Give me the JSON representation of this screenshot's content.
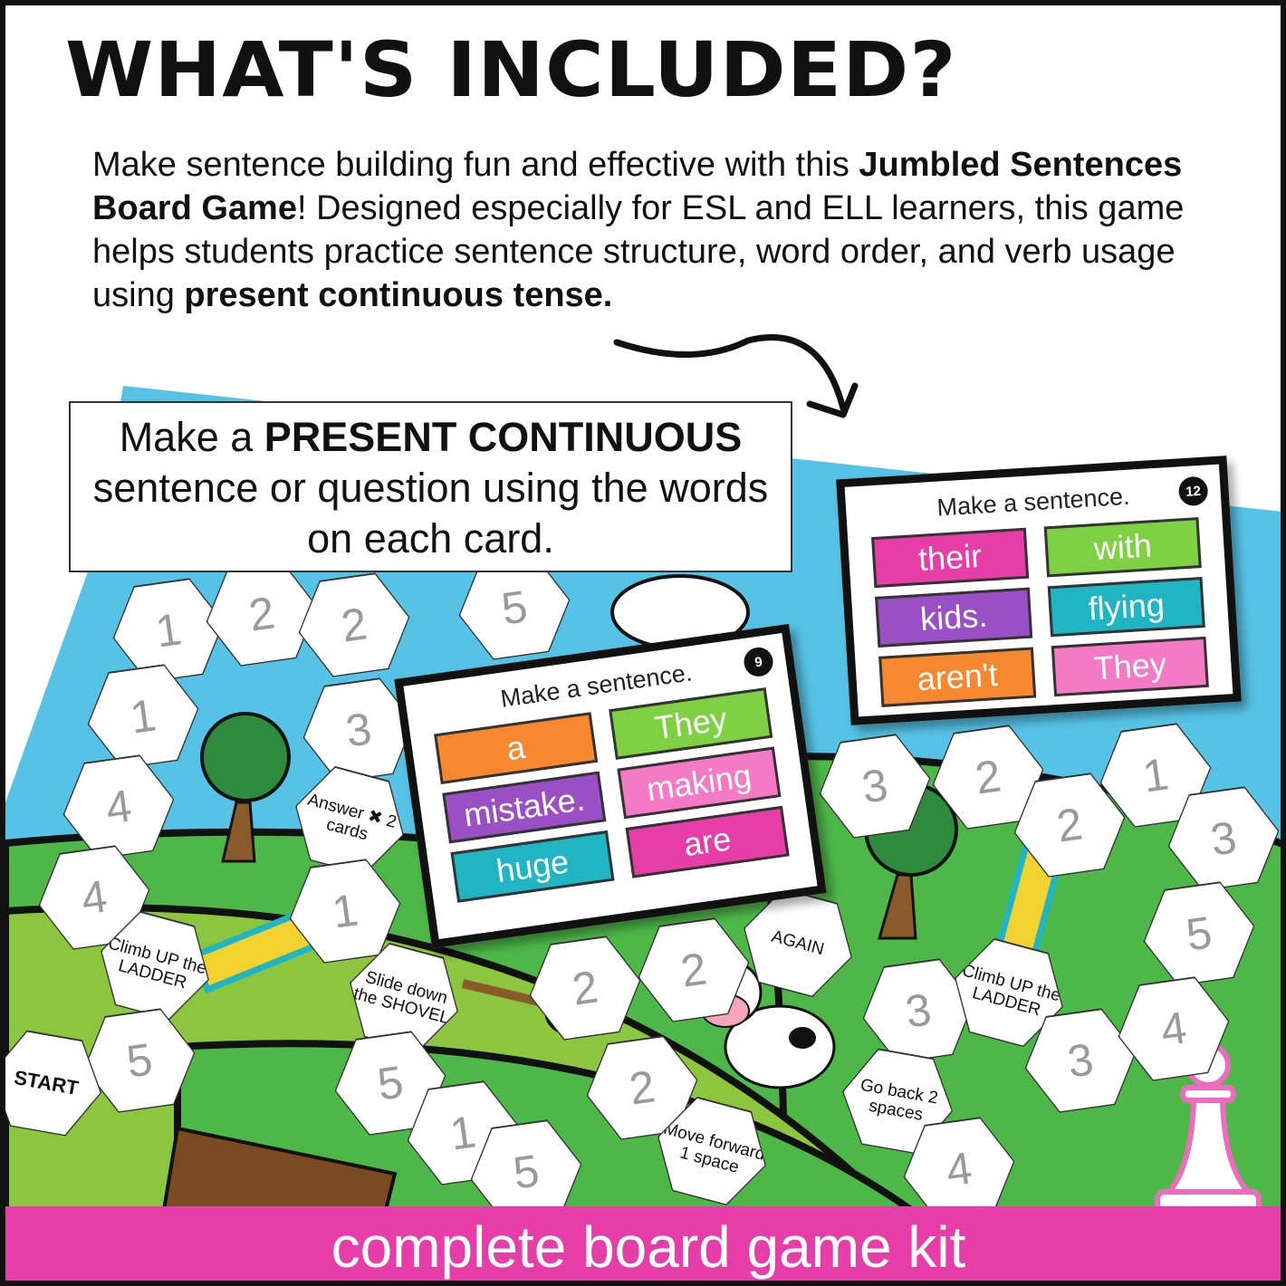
{
  "title": "WHAT'S INCLUDED?",
  "intro": {
    "part1": "Make sentence building fun and effective with this ",
    "bold1": "Jumbled Sentences Board Game",
    "part2": "! Designed especially for ESL and ELL learners, this game helps students practice sentence structure, word order, and verb usage using ",
    "bold2": "present continuous tense."
  },
  "instruction": {
    "part1": "Make a ",
    "bold": "PRESENT CONTINUOUS",
    "part2": " sentence or question using the words on each card."
  },
  "board": {
    "colors": {
      "sky": "#56c3e6",
      "hill_dark": "#4db848",
      "hill_light": "#8cc63f"
    },
    "spaces": [
      "1",
      "2",
      "2",
      "5",
      "1",
      "3",
      "4",
      "Answer ✖ 2 cards",
      "4",
      "1",
      "Climb UP the LADDER",
      "Slide down the SHOVEL",
      "5",
      "START",
      "5",
      "1",
      "5",
      "2",
      "2",
      "AGAIN",
      "2",
      "Move forward 1 space",
      "3",
      "2",
      "2",
      "1",
      "3",
      "5",
      "3",
      "Climb UP the LADDER",
      "3",
      "4",
      "Go back 2 spaces",
      "4"
    ]
  },
  "cards": [
    {
      "title": "Make a sentence.",
      "number": "9",
      "words": [
        {
          "text": "a",
          "color": "#f7882f"
        },
        {
          "text": "They",
          "color": "#7ed143"
        },
        {
          "text": "mistake.",
          "color": "#9b4fc4"
        },
        {
          "text": "making",
          "color": "#f47ac6"
        },
        {
          "text": "huge",
          "color": "#1fb5c4"
        },
        {
          "text": "are",
          "color": "#e73da9"
        }
      ]
    },
    {
      "title": "Make a sentence.",
      "number": "12",
      "words": [
        {
          "text": "their",
          "color": "#e73da9"
        },
        {
          "text": "with",
          "color": "#7ed143"
        },
        {
          "text": "kids.",
          "color": "#9b4fc4"
        },
        {
          "text": "flying",
          "color": "#1fb5c4"
        },
        {
          "text": "aren't",
          "color": "#f7882f"
        },
        {
          "text": "They",
          "color": "#f47ac6"
        }
      ]
    }
  ],
  "banner": "complete board game kit",
  "accent": "#e73da9"
}
